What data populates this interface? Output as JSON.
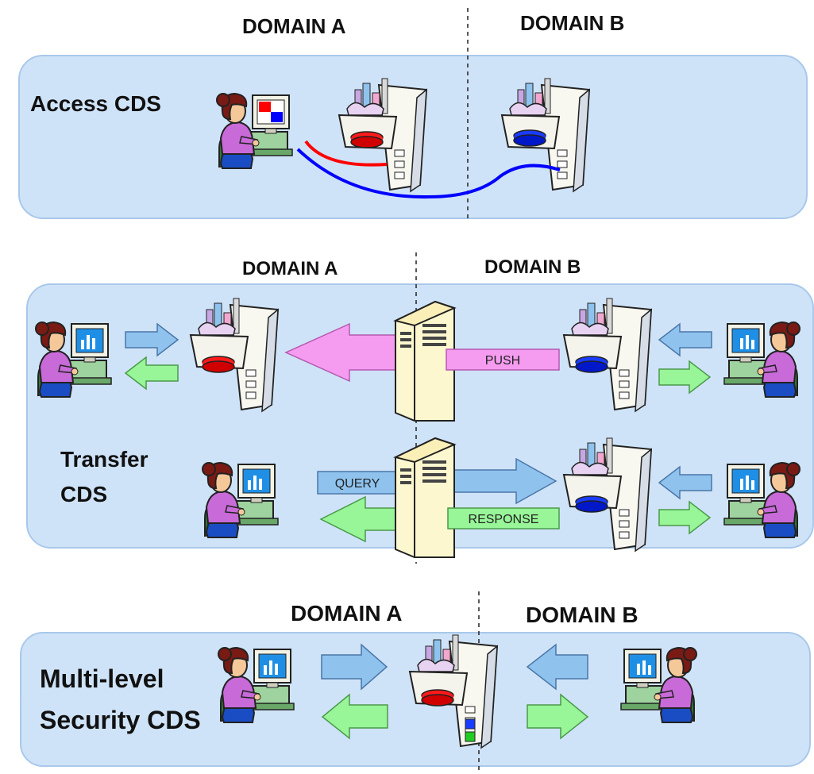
{
  "panels": {
    "access": {
      "label": "Access CDS",
      "domain_a": "DOMAIN A",
      "domain_b": "DOMAIN B"
    },
    "transfer": {
      "label_line1": "Transfer",
      "label_line2": "CDS",
      "domain_a": "DOMAIN A",
      "domain_b": "DOMAIN B",
      "push_label": "PUSH",
      "query_label": "QUERY",
      "response_label": "RESPONSE"
    },
    "mls": {
      "label_line1": "Multi-level",
      "label_line2": "Security CDS",
      "domain_a": "DOMAIN A",
      "domain_b": "DOMAIN B"
    }
  },
  "colors": {
    "panel_fill": "#cfe3f8",
    "panel_stroke": "#a9c8ea",
    "red_link": "#ff0000",
    "blue_link": "#0000ff",
    "arrow_blue": "#8fc3ee",
    "arrow_green": "#98f598",
    "arrow_pink": "#f59cf0",
    "server_fill": "#fdf7d0"
  }
}
